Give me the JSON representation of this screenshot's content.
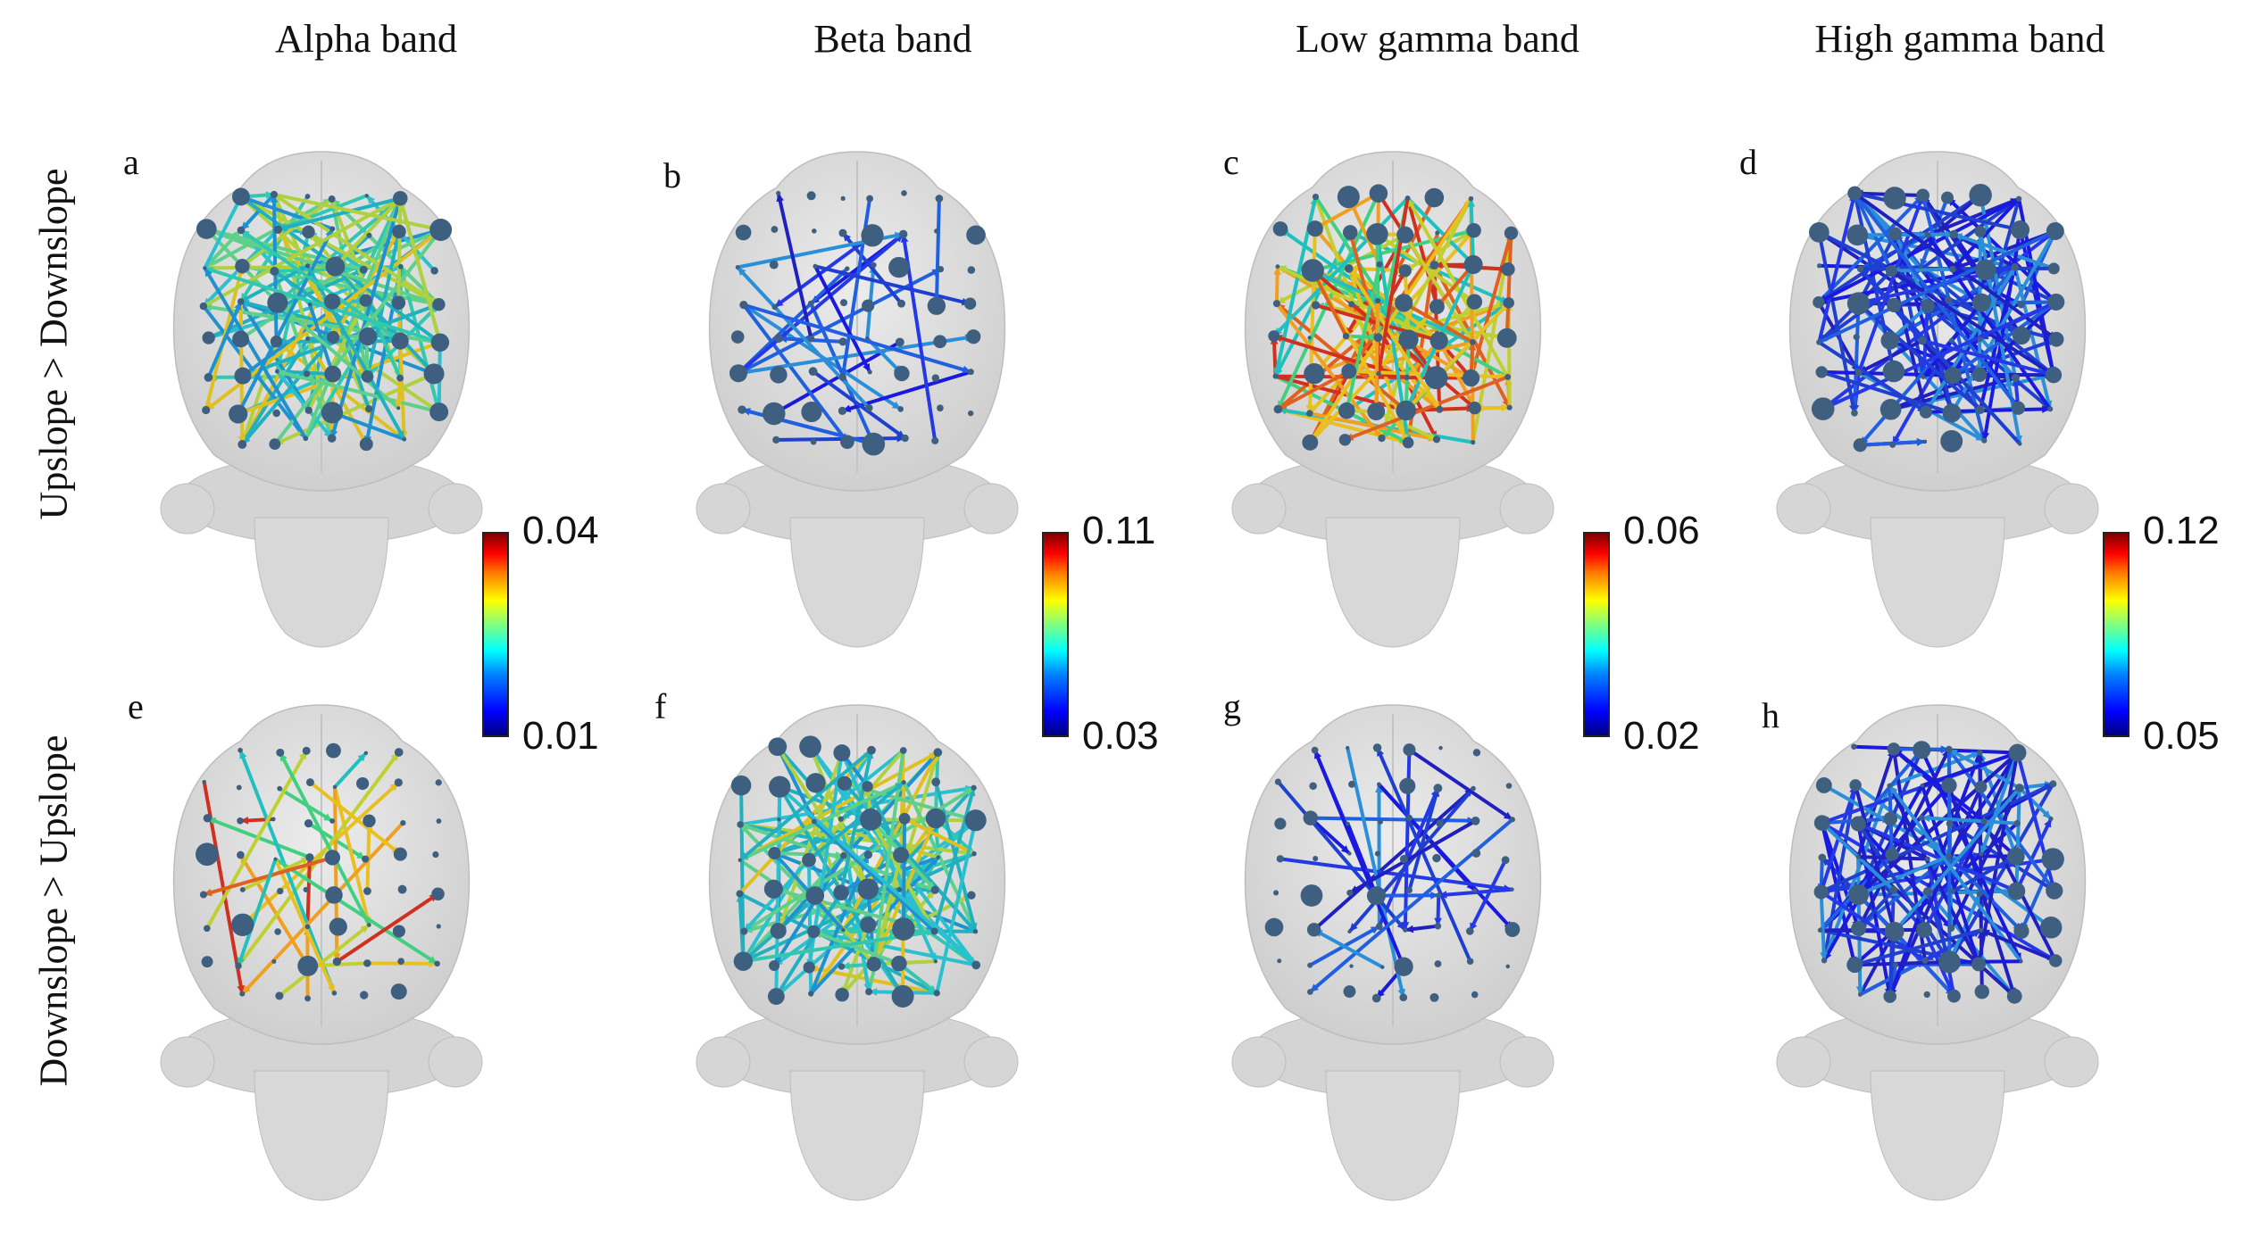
{
  "columns": [
    {
      "title": "Alpha band"
    },
    {
      "title": "Beta band"
    },
    {
      "title": "Low gamma band"
    },
    {
      "title": "High gamma band"
    }
  ],
  "rows": [
    {
      "title": "Upslope > Downslope"
    },
    {
      "title": "Downslope > Upslope"
    }
  ],
  "panels": [
    {
      "letter": "a",
      "density": "dense",
      "palette": "mid"
    },
    {
      "letter": "b",
      "density": "sparse",
      "palette": "low"
    },
    {
      "letter": "c",
      "density": "dense",
      "palette": "hot"
    },
    {
      "letter": "d",
      "density": "dense",
      "palette": "low"
    },
    {
      "letter": "e",
      "density": "sparse",
      "palette": "hot"
    },
    {
      "letter": "f",
      "density": "dense",
      "palette": "mid"
    },
    {
      "letter": "g",
      "density": "sparse",
      "palette": "low"
    },
    {
      "letter": "h",
      "density": "dense",
      "palette": "low"
    }
  ],
  "colorbars": [
    {
      "max": "0.04",
      "min": "0.01"
    },
    {
      "max": "0.11",
      "min": "0.03"
    },
    {
      "max": "0.06",
      "min": "0.02"
    },
    {
      "max": "0.12",
      "min": "0.05"
    }
  ],
  "colors": {
    "brain": "#d9d9d9",
    "brain_edge": "#bdbdbd",
    "node": "#3f5f80"
  }
}
